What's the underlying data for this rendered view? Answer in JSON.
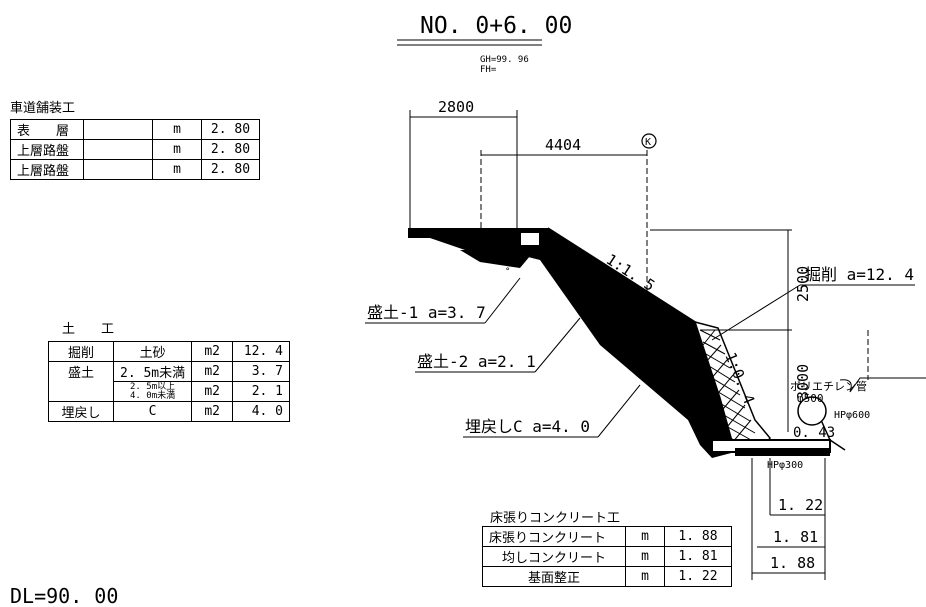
{
  "section": {
    "title": "NO. 0+6. 00",
    "gh": "GH=99. 96",
    "fh": "FH="
  },
  "datum": "DL=90. 00",
  "pavement_table": {
    "title": "車道舗装工",
    "rows": [
      {
        "name": "表　　層",
        "unit": "m",
        "value": "2. 80"
      },
      {
        "name": "上層路盤",
        "unit": "m",
        "value": "2. 80"
      },
      {
        "name": "上層路盤",
        "unit": "m",
        "value": "2. 80"
      }
    ]
  },
  "earthwork_table": {
    "title": "土　　工",
    "rows": [
      {
        "name": "掘削",
        "type": "土砂",
        "unit": "m2",
        "value": "12. 4"
      },
      {
        "name": "盛土",
        "type": "2. 5m未満",
        "unit": "m2",
        "value": "3. 7"
      },
      {
        "name": "",
        "type": "2. 5m以上\n4. 0m未満",
        "unit": "m2",
        "value": "2. 1"
      },
      {
        "name": "埋戻し",
        "type": "C",
        "unit": "m2",
        "value": "4. 0"
      }
    ]
  },
  "concrete_table": {
    "title": "床張りコンクリート工",
    "rows": [
      {
        "name": "床張りコンクリート",
        "unit": "m",
        "value": "1. 88"
      },
      {
        "name": "均しコンクリート",
        "unit": "m",
        "value": "1. 81"
      },
      {
        "name": "基面整正",
        "unit": "m",
        "value": "1. 22"
      }
    ]
  },
  "labels": {
    "fill1": "盛土-1 a=3. 7",
    "fill2": "盛土-2 a=2. 1",
    "backfill": "埋戻しC a=4. 0",
    "excavation": "掘削 a=12. 4",
    "slope1": "1:1. 5",
    "slope2": "1:0. 4",
    "pipe": "ポリエチレン管",
    "pipe_dia": "φ500",
    "hp600": "HPφ600",
    "hp300": "HPφ300",
    "k_mark": "K"
  },
  "dims": {
    "d2800": "2800",
    "d4404": "4404",
    "d2500": "2500",
    "d3000": "3000",
    "d1_22": "1. 22",
    "d1_81": "1. 81",
    "d1_88": "1. 88",
    "d043": "0. 43"
  }
}
